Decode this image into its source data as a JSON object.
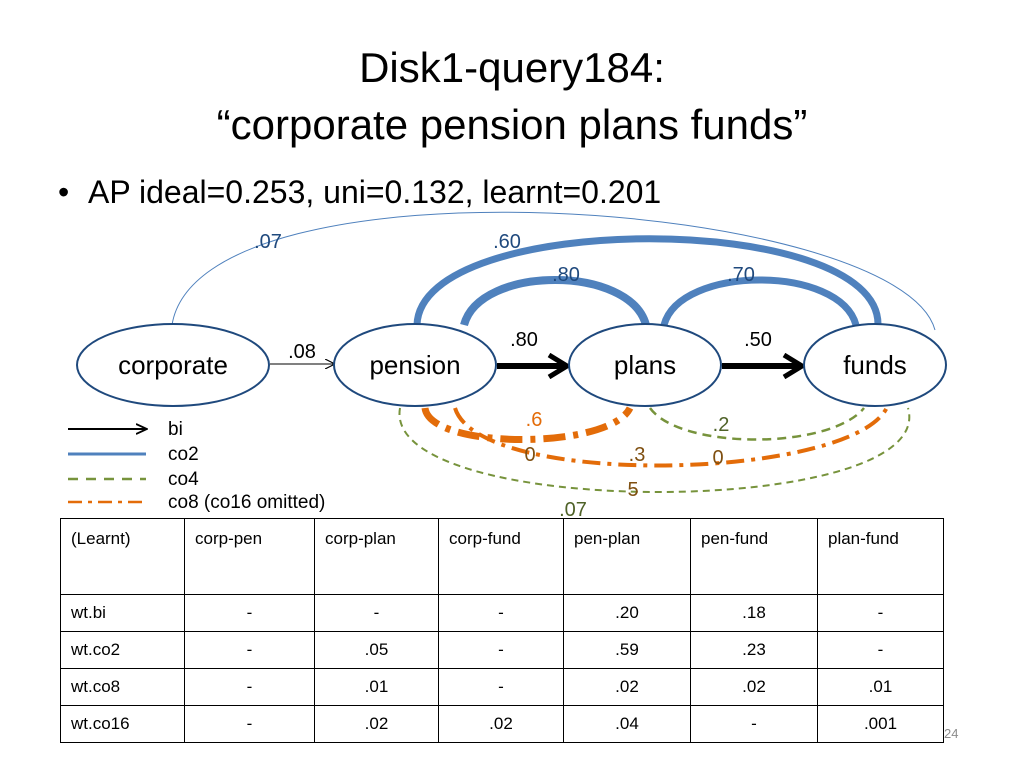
{
  "title_line1": "Disk1-query184:",
  "title_line2": "“corporate pension plans funds”",
  "bullet_symbol": "•",
  "bullet_text": "AP ideal=0.253, uni=0.132, learnt=0.201",
  "nodes": {
    "corporate": "corporate",
    "pension": "pension",
    "plans": "plans",
    "funds": "funds"
  },
  "edge_labels": {
    "corp_funds_co2": ".07",
    "pen_funds_co2": ".60",
    "pen_plans_co2": ".80",
    "plans_funds_co2": ".70",
    "corp_pen_bi": ".08",
    "pen_plans_bi": ".80",
    "plans_funds_bi": ".50",
    "pen_plans_co8_a": ".6",
    "pen_plans_co8_b": "0",
    "plans_funds_co4_a": ".2",
    "plans_funds_co4_b": "0",
    "pen_funds_co8_a": ".3",
    "pen_funds_co8_b": "5",
    "pen_funds_co4": ".07"
  },
  "legend": {
    "bi": "bi",
    "co2": "co2",
    "co4": "co4",
    "co8": "co8 (co16 omitted)"
  },
  "colors": {
    "co2": "#4f81bd",
    "co4": "#77933c",
    "co8": "#e36c09",
    "bi": "#000000"
  },
  "table": {
    "headers": [
      "(Learnt)",
      "corp-pen",
      "corp-plan",
      "corp-fund",
      "pen-plan",
      "pen-fund",
      "plan-fund"
    ],
    "rows": [
      [
        "wt.bi",
        "-",
        "-",
        "-",
        ".20",
        ".18",
        "-"
      ],
      [
        "wt.co2",
        "-",
        ".05",
        "-",
        ".59",
        ".23",
        "-"
      ],
      [
        "wt.co8",
        "-",
        ".01",
        "-",
        ".02",
        ".02",
        ".01"
      ],
      [
        "wt.co16",
        "-",
        ".02",
        ".02",
        ".04",
        "-",
        ".001"
      ]
    ]
  },
  "page_number": "24"
}
